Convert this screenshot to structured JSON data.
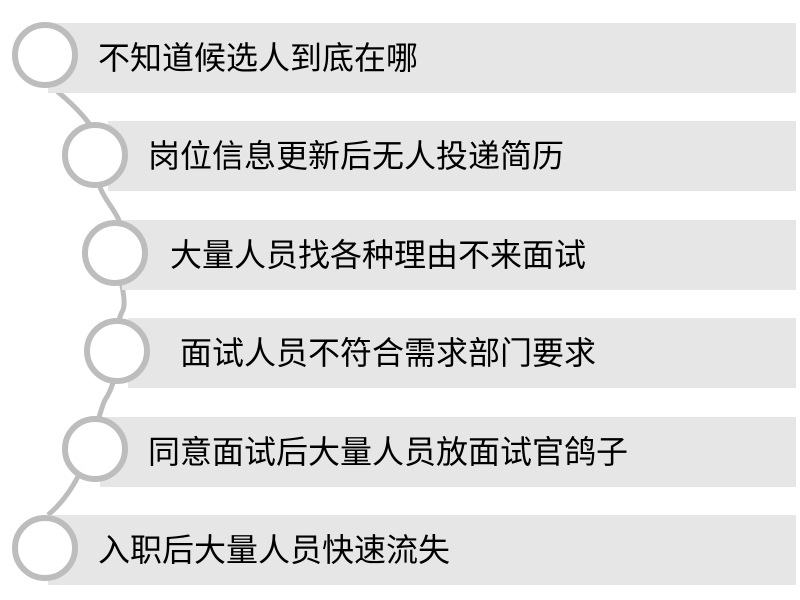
{
  "items": [
    {
      "label": "不知道候选人到底在哪"
    },
    {
      "label": "岗位信息更新后无人投递简历"
    },
    {
      "label": "大量人员找各种理由不来面试"
    },
    {
      "label": "面试人员不符合需求部门要求"
    },
    {
      "label": "同意面试后大量人员放面试官鸽子"
    },
    {
      "label": "入职后大量人员快速流失"
    }
  ],
  "colors": {
    "bar": "#e6e6e6",
    "node_border": "#bdbdbd",
    "connector": "#bdbdbd",
    "text": "#000000"
  }
}
